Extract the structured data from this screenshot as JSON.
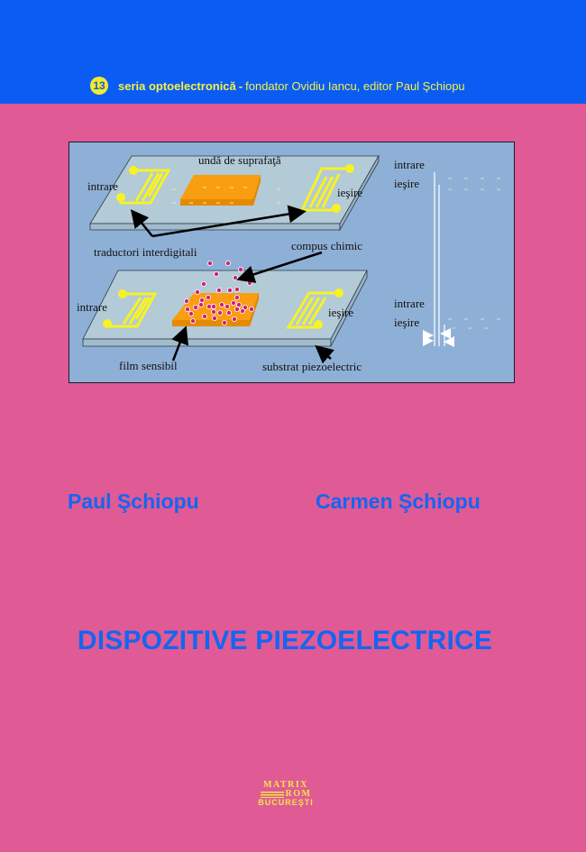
{
  "header": {
    "series_number": "13",
    "series_name": "seria optoelectronică",
    "separator": "-",
    "credits": "fondator Ovidiu Iancu, editor Paul Şchiopu"
  },
  "diagram": {
    "labels": {
      "surface_wave": "undă de suprafaţă",
      "input_top": "intrare",
      "output_top": "ieşire",
      "interdigital_transducers": "traductori interdigitali",
      "chemical_compound": "compus chimic",
      "input_bottom": "intrare",
      "output_bottom": "ieşire",
      "sensitive_film": "film sensibil",
      "piezo_substrate": "substrat piezoelectric",
      "side_input_top": "intrare",
      "side_output_top": "ieşire",
      "side_input_bottom": "intrare",
      "side_output_bottom": "ieşire"
    },
    "colors": {
      "background": "#8fb0d6",
      "substrate": "#b3cad7",
      "transducer": "#f7f224",
      "film": "#f79a0a",
      "molecule": "#d0217a"
    }
  },
  "authors": [
    "Paul Şchiopu",
    "Carmen Şchiopu"
  ],
  "title": "DISPOZITIVE PIEZOELECTRICE",
  "publisher": {
    "line1": "MATRIX",
    "line2": "ROM",
    "line3": "BUCUREŞTI"
  },
  "colors": {
    "top_band": "#0a5cf2",
    "cover": "#e05a96",
    "text_blue": "#1466f0",
    "accent_yellow": "#f3e645"
  }
}
